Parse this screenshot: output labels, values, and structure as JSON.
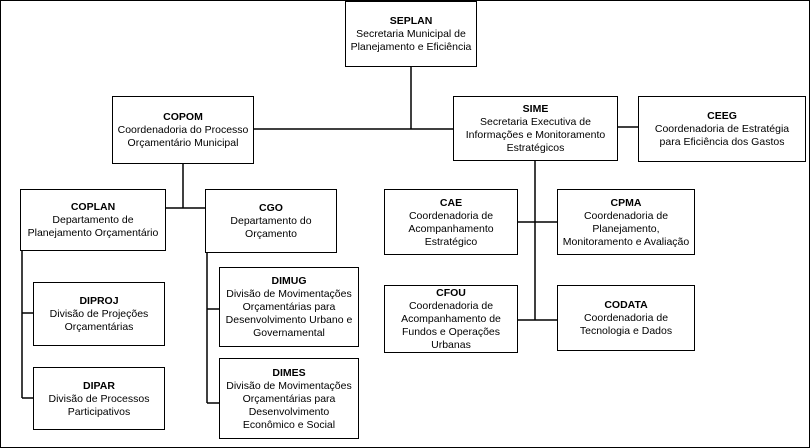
{
  "units": {
    "seplan": {
      "abbr": "SEPLAN",
      "name": "Secretaria Municipal de Planejamento e Eficiência"
    },
    "copom": {
      "abbr": "COPOM",
      "name": "Coordenadoria do Processo Orçamentário Municipal"
    },
    "sime": {
      "abbr": "SIME",
      "name": "Secretaria Executiva de Informações e Monitoramento Estratégicos"
    },
    "ceeg": {
      "abbr": "CEEG",
      "name": "Coordenadoria de Estratégia para Eficiência dos Gastos"
    },
    "coplan": {
      "abbr": "COPLAN",
      "name": "Departamento de Planejamento Orçamentário"
    },
    "cgo": {
      "abbr": "CGO",
      "name": "Departamento do Orçamento"
    },
    "diproj": {
      "abbr": "DIPROJ",
      "name": "Divisão de Projeções Orçamentárias"
    },
    "dipar": {
      "abbr": "DIPAR",
      "name": "Divisão de Processos Participativos"
    },
    "dimug": {
      "abbr": "DIMUG",
      "name": "Divisão de Movimentações Orçamentárias para Desenvolvimento Urbano e Governamental"
    },
    "dimes": {
      "abbr": "DIMES",
      "name": "Divisão de Movimentações Orçamentárias para Desenvolvimento Econômico e Social"
    },
    "cae": {
      "abbr": "CAE",
      "name": "Coordenadoria de Acompanhamento Estratégico"
    },
    "cpma": {
      "abbr": "CPMA",
      "name": "Coordenadoria de Planejamento, Monitoramento e Avaliação"
    },
    "cfou": {
      "abbr": "CFOU",
      "name": "Coordenadoria de Acompanhamento de Fundos e Operações Urbanas"
    },
    "codata": {
      "abbr": "CODATA",
      "name": "Coordenadoria de Tecnologia e Dados"
    }
  }
}
